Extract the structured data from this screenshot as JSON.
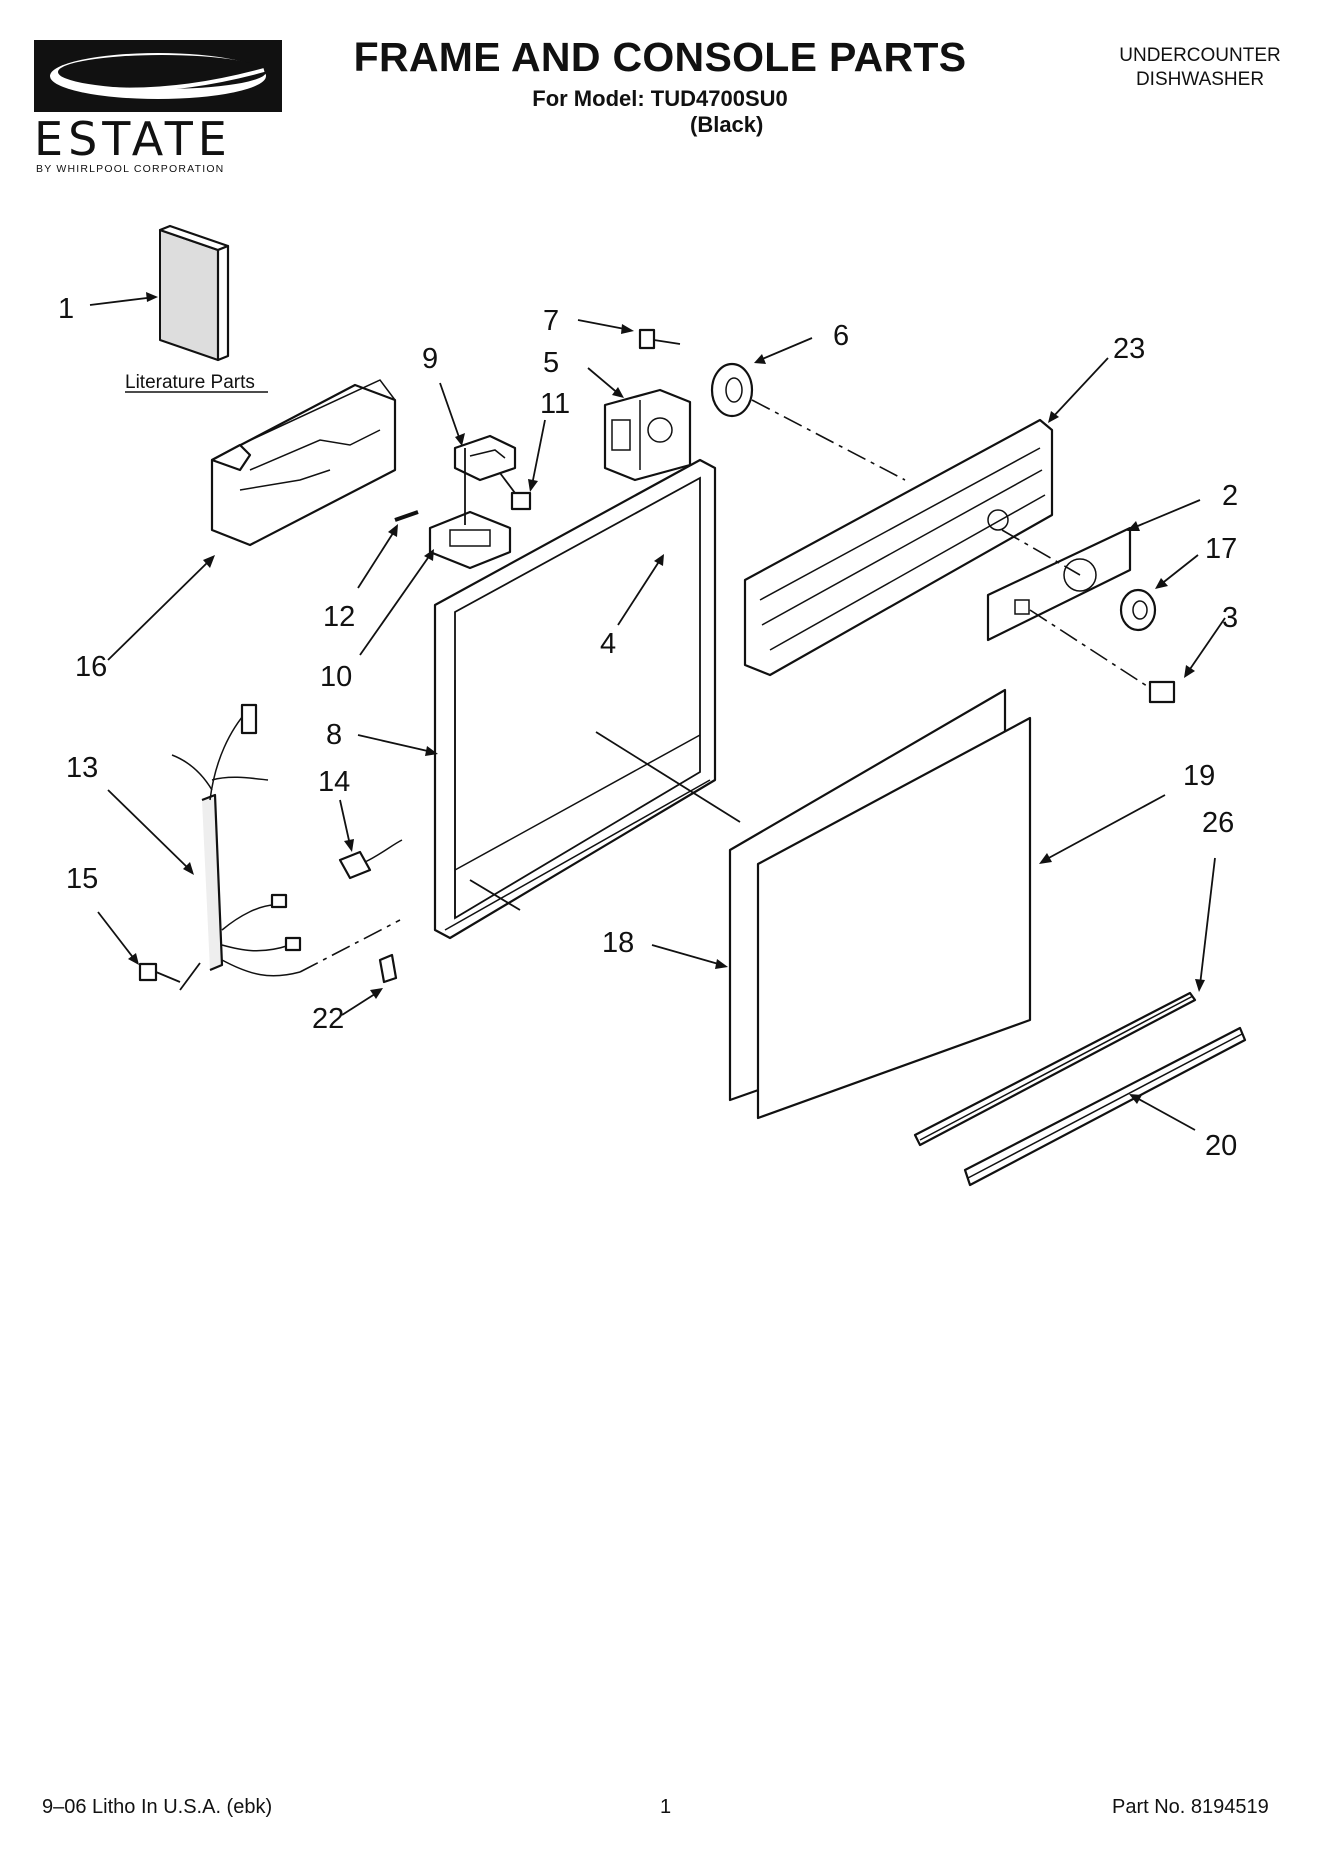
{
  "header": {
    "brand": "ESTATE",
    "brand_sub": "BY WHIRLPOOL CORPORATION",
    "title": "FRAME AND CONSOLE PARTS",
    "model": "For Model: TUD4700SU0",
    "variant": "(Black)",
    "product_type_line1": "UNDERCOUNTER",
    "product_type_line2": "DISHWASHER"
  },
  "diagram": {
    "literature_caption": "Literature Parts",
    "callouts": {
      "c1": "1",
      "c2": "2",
      "c3": "3",
      "c4": "4",
      "c5": "5",
      "c6": "6",
      "c7": "7",
      "c8": "8",
      "c9": "9",
      "c10": "10",
      "c11": "11",
      "c12": "12",
      "c13": "13",
      "c14": "14",
      "c15": "15",
      "c16": "16",
      "c17": "17",
      "c18": "18",
      "c19": "19",
      "c20": "20",
      "c22": "22",
      "c23": "23",
      "c26": "26"
    }
  },
  "footer": {
    "print_info": "9–06 Litho In U.S.A. (ebk)",
    "page_number": "1",
    "part_number": "Part No. 8194519"
  },
  "icons": {
    "logo": "estate-swoosh-logo"
  }
}
